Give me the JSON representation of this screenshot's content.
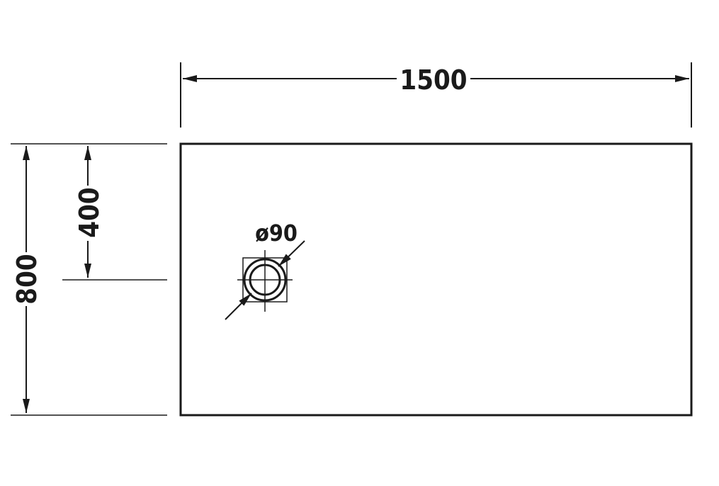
{
  "drawing": {
    "width_label": "1500",
    "height_label": "800",
    "drain_offset_label": "400",
    "drain_diameter_label": "ø90"
  },
  "colors": {
    "ink": "#1a1a1a",
    "background": "#ffffff"
  }
}
